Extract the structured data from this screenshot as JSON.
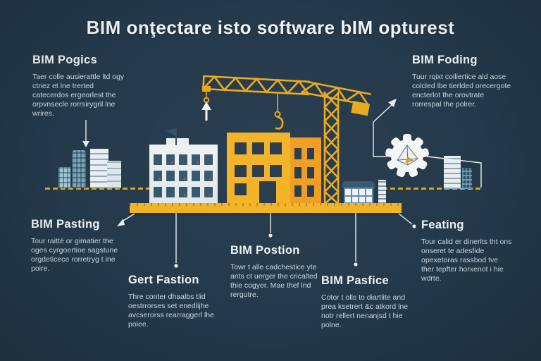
{
  "title": "BIM onţectare isto software bIM opturest",
  "colors": {
    "background": "#24394A",
    "heading_text": "#EEF4F7",
    "body_text": "#CCD8E0",
    "accent_yellow": "#F2B226",
    "accent_orange": "#EE9D1E",
    "building_white": "#E9EEF1",
    "window_navy": "#27394A",
    "connector_white": "#E8EEF2"
  },
  "callouts": [
    {
      "id": "bim-pogics",
      "heading": "BIM Pogics",
      "body": "Taer colle ausierattle ltd ogy ctriez et lne trerted catecerdos ergeorlest the orpvnsecle rorrsirygril lne wrires."
    },
    {
      "id": "bim-foding",
      "heading": "BIM Foding",
      "body": "Tuur rqixt coiliertice ald aose colcled lbe tierlded orecergote encterlot the orovtrate rorrespal the polrer."
    },
    {
      "id": "bim-pasting",
      "heading": "BIM Pasting",
      "body": "Tour raitté or gimatier the oges cyrgoertioe sagstune orgdeticece rorretryg t ine poire."
    },
    {
      "id": "gert-fastion",
      "heading": "Gert Fastion",
      "body": "Thre conter dhaalbs tlid oestrrorses set enedlijhe avcserorss rearraggerl lhe poiee."
    },
    {
      "id": "bim-postion",
      "heading": "BIM Postion",
      "body": "Towr t alle cadchestice yte ants ct uerger the cricalted thie cogyer. Mae thef lnd rergutre."
    },
    {
      "id": "bim-pasfice",
      "heading": "BIM Pasfice",
      "body": "Cotor t olls to diartlite and prea ksetrert &c atkord lne notr rellert nenanjsd t hie polne."
    },
    {
      "id": "feating",
      "heading": "Feating",
      "body": "Tour calid er dinerlts tht ons onseret te adesfide opexetoras rassbod tve ther tepfter horxenot i hie wdrte."
    }
  ],
  "illustration": {
    "icons": [
      "city-skyline-icon",
      "office-building-icon",
      "construction-building-icon",
      "tower-crane-icon",
      "crane-hook-icon",
      "gear-icon",
      "flag-icon",
      "house-icon",
      "ladder-icon",
      "arrow-down-icon",
      "arrow-up-icon",
      "platform-base"
    ]
  }
}
